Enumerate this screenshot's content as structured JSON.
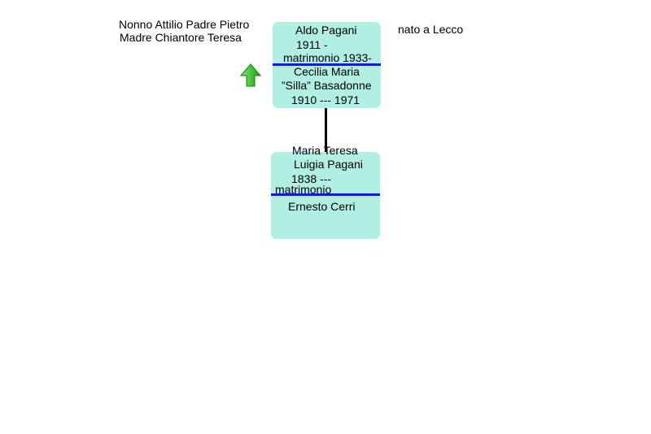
{
  "top_left_note": {
    "line1": "Nonno Attilio Padre Pietro",
    "line2": "Madre Chiantore Teresa"
  },
  "top_right_note": "nato a Lecco",
  "parent_card": {
    "name": "Aldo Pagani",
    "years": "1911 -",
    "marriage": "matrimonio 1933-",
    "spouse_line1": "Cecilia Maria",
    "spouse_line2": "”Silla” Basadonne",
    "spouse_years": "1910 --- 1971"
  },
  "child_card": {
    "name_line1": "Maria Teresa",
    "name_line2": "Luigia Pagani",
    "years": "1838 ---",
    "marriage": "matrimonio",
    "spouse": "Ernesto Cerri"
  },
  "icons": {
    "up_arrow": "up-arrow-icon"
  },
  "colors": {
    "card_fill": "#b0efe2",
    "divider": "#1a1ac8",
    "arrow": "#2ec41e"
  }
}
